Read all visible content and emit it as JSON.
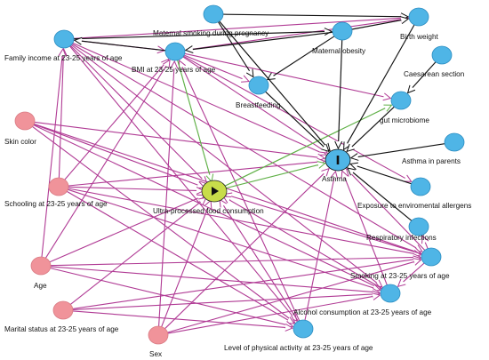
{
  "diagram": {
    "type": "directed acyclic graph",
    "colors": {
      "ancestor_node": "#F0939A",
      "outcome_ancestor_node": "#4FB5E6",
      "outcome_node": "#4FB5E6",
      "exposure_node": "#C8DD4A",
      "biasing_path": "#B03A94",
      "causal_path": "#5FB046",
      "other_path": "#111111"
    },
    "nodes": [
      {
        "id": "fam_income",
        "label": "Family income at 23-25 years of age",
        "kind": "outcome_ancestor"
      },
      {
        "id": "mat_smoking",
        "label": "Maternal smoking during pregnancy",
        "kind": "outcome_ancestor"
      },
      {
        "id": "birth_weight",
        "label": "Birth weight",
        "kind": "outcome_ancestor"
      },
      {
        "id": "bmi",
        "label": "BMI at 23-25 years of age",
        "kind": "outcome_ancestor"
      },
      {
        "id": "mat_obesity",
        "label": "Maternal obesity",
        "kind": "outcome_ancestor"
      },
      {
        "id": "caesarean",
        "label": "Caesarean section",
        "kind": "outcome_ancestor"
      },
      {
        "id": "breastfeeding",
        "label": "Breastfeeding",
        "kind": "outcome_ancestor"
      },
      {
        "id": "gut",
        "label": "gut microbiome",
        "kind": "outcome_ancestor"
      },
      {
        "id": "skin",
        "label": "Skin color",
        "kind": "ancestor"
      },
      {
        "id": "asthma_parents",
        "label": "Asthma in parents",
        "kind": "outcome_ancestor"
      },
      {
        "id": "asthma",
        "label": "Asthma",
        "kind": "outcome",
        "glyph": "I"
      },
      {
        "id": "schooling",
        "label": "Schooling at 23-25 years of age",
        "kind": "ancestor"
      },
      {
        "id": "upf",
        "label": "Ultra-processed food consumption",
        "kind": "exposure",
        "glyph": "▶"
      },
      {
        "id": "allergens",
        "label": "Exposure to enviromental allergens",
        "kind": "outcome_ancestor"
      },
      {
        "id": "resp_inf",
        "label": "Respiratory infections",
        "kind": "outcome_ancestor"
      },
      {
        "id": "age",
        "label": "Age",
        "kind": "ancestor"
      },
      {
        "id": "smoking",
        "label": "Smoking at 23-25 years of age",
        "kind": "outcome_ancestor"
      },
      {
        "id": "marital",
        "label": "Marital status at 23-25 years of age",
        "kind": "ancestor"
      },
      {
        "id": "alcohol",
        "label": "Alcohol consumption at 23-25 years of age",
        "kind": "outcome_ancestor"
      },
      {
        "id": "sex",
        "label": "Sex",
        "kind": "ancestor"
      },
      {
        "id": "phys_act",
        "label": "Level of physical activity at 23-25 years of age",
        "kind": "outcome_ancestor"
      }
    ],
    "edges": [
      {
        "from": "mat_smoking",
        "to": "birth_weight",
        "kind": "other"
      },
      {
        "from": "mat_obesity",
        "to": "birth_weight",
        "kind": "other"
      },
      {
        "from": "fam_income",
        "to": "mat_obesity",
        "kind": "other"
      },
      {
        "from": "bmi",
        "to": "fam_income",
        "kind": "other"
      },
      {
        "from": "mat_obesity",
        "to": "bmi",
        "kind": "other"
      },
      {
        "from": "mat_obesity",
        "to": "breastfeeding",
        "kind": "other"
      },
      {
        "from": "mat_smoking",
        "to": "breastfeeding",
        "kind": "other"
      },
      {
        "from": "caesarean",
        "to": "gut",
        "kind": "other"
      },
      {
        "from": "mat_smoking",
        "to": "asthma",
        "kind": "other"
      },
      {
        "from": "birth_weight",
        "to": "asthma",
        "kind": "other"
      },
      {
        "from": "mat_obesity",
        "to": "asthma",
        "kind": "other"
      },
      {
        "from": "breastfeeding",
        "to": "asthma",
        "kind": "other"
      },
      {
        "from": "gut",
        "to": "asthma",
        "kind": "other"
      },
      {
        "from": "asthma_parents",
        "to": "asthma",
        "kind": "other"
      },
      {
        "from": "allergens",
        "to": "asthma",
        "kind": "other"
      },
      {
        "from": "resp_inf",
        "to": "asthma",
        "kind": "other"
      },
      {
        "from": "upf",
        "to": "gut",
        "kind": "causal"
      },
      {
        "from": "bmi",
        "to": "upf",
        "kind": "causal"
      },
      {
        "from": "upf",
        "to": "asthma",
        "kind": "causal"
      },
      {
        "from": "fam_income",
        "to": "bmi",
        "kind": "biasing"
      },
      {
        "from": "fam_income",
        "to": "birth_weight",
        "kind": "biasing"
      },
      {
        "from": "fam_income",
        "to": "upf",
        "kind": "biasing"
      },
      {
        "from": "fam_income",
        "to": "asthma",
        "kind": "biasing"
      },
      {
        "from": "fam_income",
        "to": "smoking",
        "kind": "biasing"
      },
      {
        "from": "fam_income",
        "to": "alcohol",
        "kind": "biasing"
      },
      {
        "from": "fam_income",
        "to": "phys_act",
        "kind": "biasing"
      },
      {
        "from": "bmi",
        "to": "asthma",
        "kind": "biasing"
      },
      {
        "from": "bmi",
        "to": "breastfeeding",
        "kind": "biasing"
      },
      {
        "from": "bmi",
        "to": "gut",
        "kind": "biasing"
      },
      {
        "from": "bmi",
        "to": "birth_weight",
        "kind": "biasing"
      },
      {
        "from": "bmi",
        "to": "allergens",
        "kind": "biasing"
      },
      {
        "from": "skin",
        "to": "upf",
        "kind": "biasing"
      },
      {
        "from": "skin",
        "to": "asthma",
        "kind": "biasing"
      },
      {
        "from": "skin",
        "to": "smoking",
        "kind": "biasing"
      },
      {
        "from": "skin",
        "to": "alcohol",
        "kind": "biasing"
      },
      {
        "from": "skin",
        "to": "phys_act",
        "kind": "biasing"
      },
      {
        "from": "schooling",
        "to": "fam_income",
        "kind": "biasing"
      },
      {
        "from": "schooling",
        "to": "bmi",
        "kind": "biasing"
      },
      {
        "from": "schooling",
        "to": "upf",
        "kind": "biasing"
      },
      {
        "from": "schooling",
        "to": "asthma",
        "kind": "biasing"
      },
      {
        "from": "schooling",
        "to": "smoking",
        "kind": "biasing"
      },
      {
        "from": "schooling",
        "to": "alcohol",
        "kind": "biasing"
      },
      {
        "from": "schooling",
        "to": "phys_act",
        "kind": "biasing"
      },
      {
        "from": "age",
        "to": "fam_income",
        "kind": "biasing"
      },
      {
        "from": "age",
        "to": "bmi",
        "kind": "biasing"
      },
      {
        "from": "age",
        "to": "upf",
        "kind": "biasing"
      },
      {
        "from": "age",
        "to": "smoking",
        "kind": "biasing"
      },
      {
        "from": "age",
        "to": "alcohol",
        "kind": "biasing"
      },
      {
        "from": "age",
        "to": "phys_act",
        "kind": "biasing"
      },
      {
        "from": "marital",
        "to": "upf",
        "kind": "biasing"
      },
      {
        "from": "marital",
        "to": "smoking",
        "kind": "biasing"
      },
      {
        "from": "marital",
        "to": "alcohol",
        "kind": "biasing"
      },
      {
        "from": "marital",
        "to": "phys_act",
        "kind": "biasing"
      },
      {
        "from": "sex",
        "to": "bmi",
        "kind": "biasing"
      },
      {
        "from": "sex",
        "to": "upf",
        "kind": "biasing"
      },
      {
        "from": "sex",
        "to": "asthma",
        "kind": "biasing"
      },
      {
        "from": "sex",
        "to": "smoking",
        "kind": "biasing"
      },
      {
        "from": "sex",
        "to": "alcohol",
        "kind": "biasing"
      },
      {
        "from": "smoking",
        "to": "upf",
        "kind": "biasing"
      },
      {
        "from": "smoking",
        "to": "asthma",
        "kind": "biasing"
      },
      {
        "from": "smoking",
        "to": "resp_inf",
        "kind": "biasing"
      },
      {
        "from": "smoking",
        "to": "alcohol",
        "kind": "biasing"
      },
      {
        "from": "alcohol",
        "to": "upf",
        "kind": "biasing"
      },
      {
        "from": "alcohol",
        "to": "asthma",
        "kind": "biasing"
      },
      {
        "from": "phys_act",
        "to": "upf",
        "kind": "biasing"
      },
      {
        "from": "phys_act",
        "to": "asthma",
        "kind": "biasing"
      },
      {
        "from": "phys_act",
        "to": "bmi",
        "kind": "biasing"
      }
    ]
  }
}
